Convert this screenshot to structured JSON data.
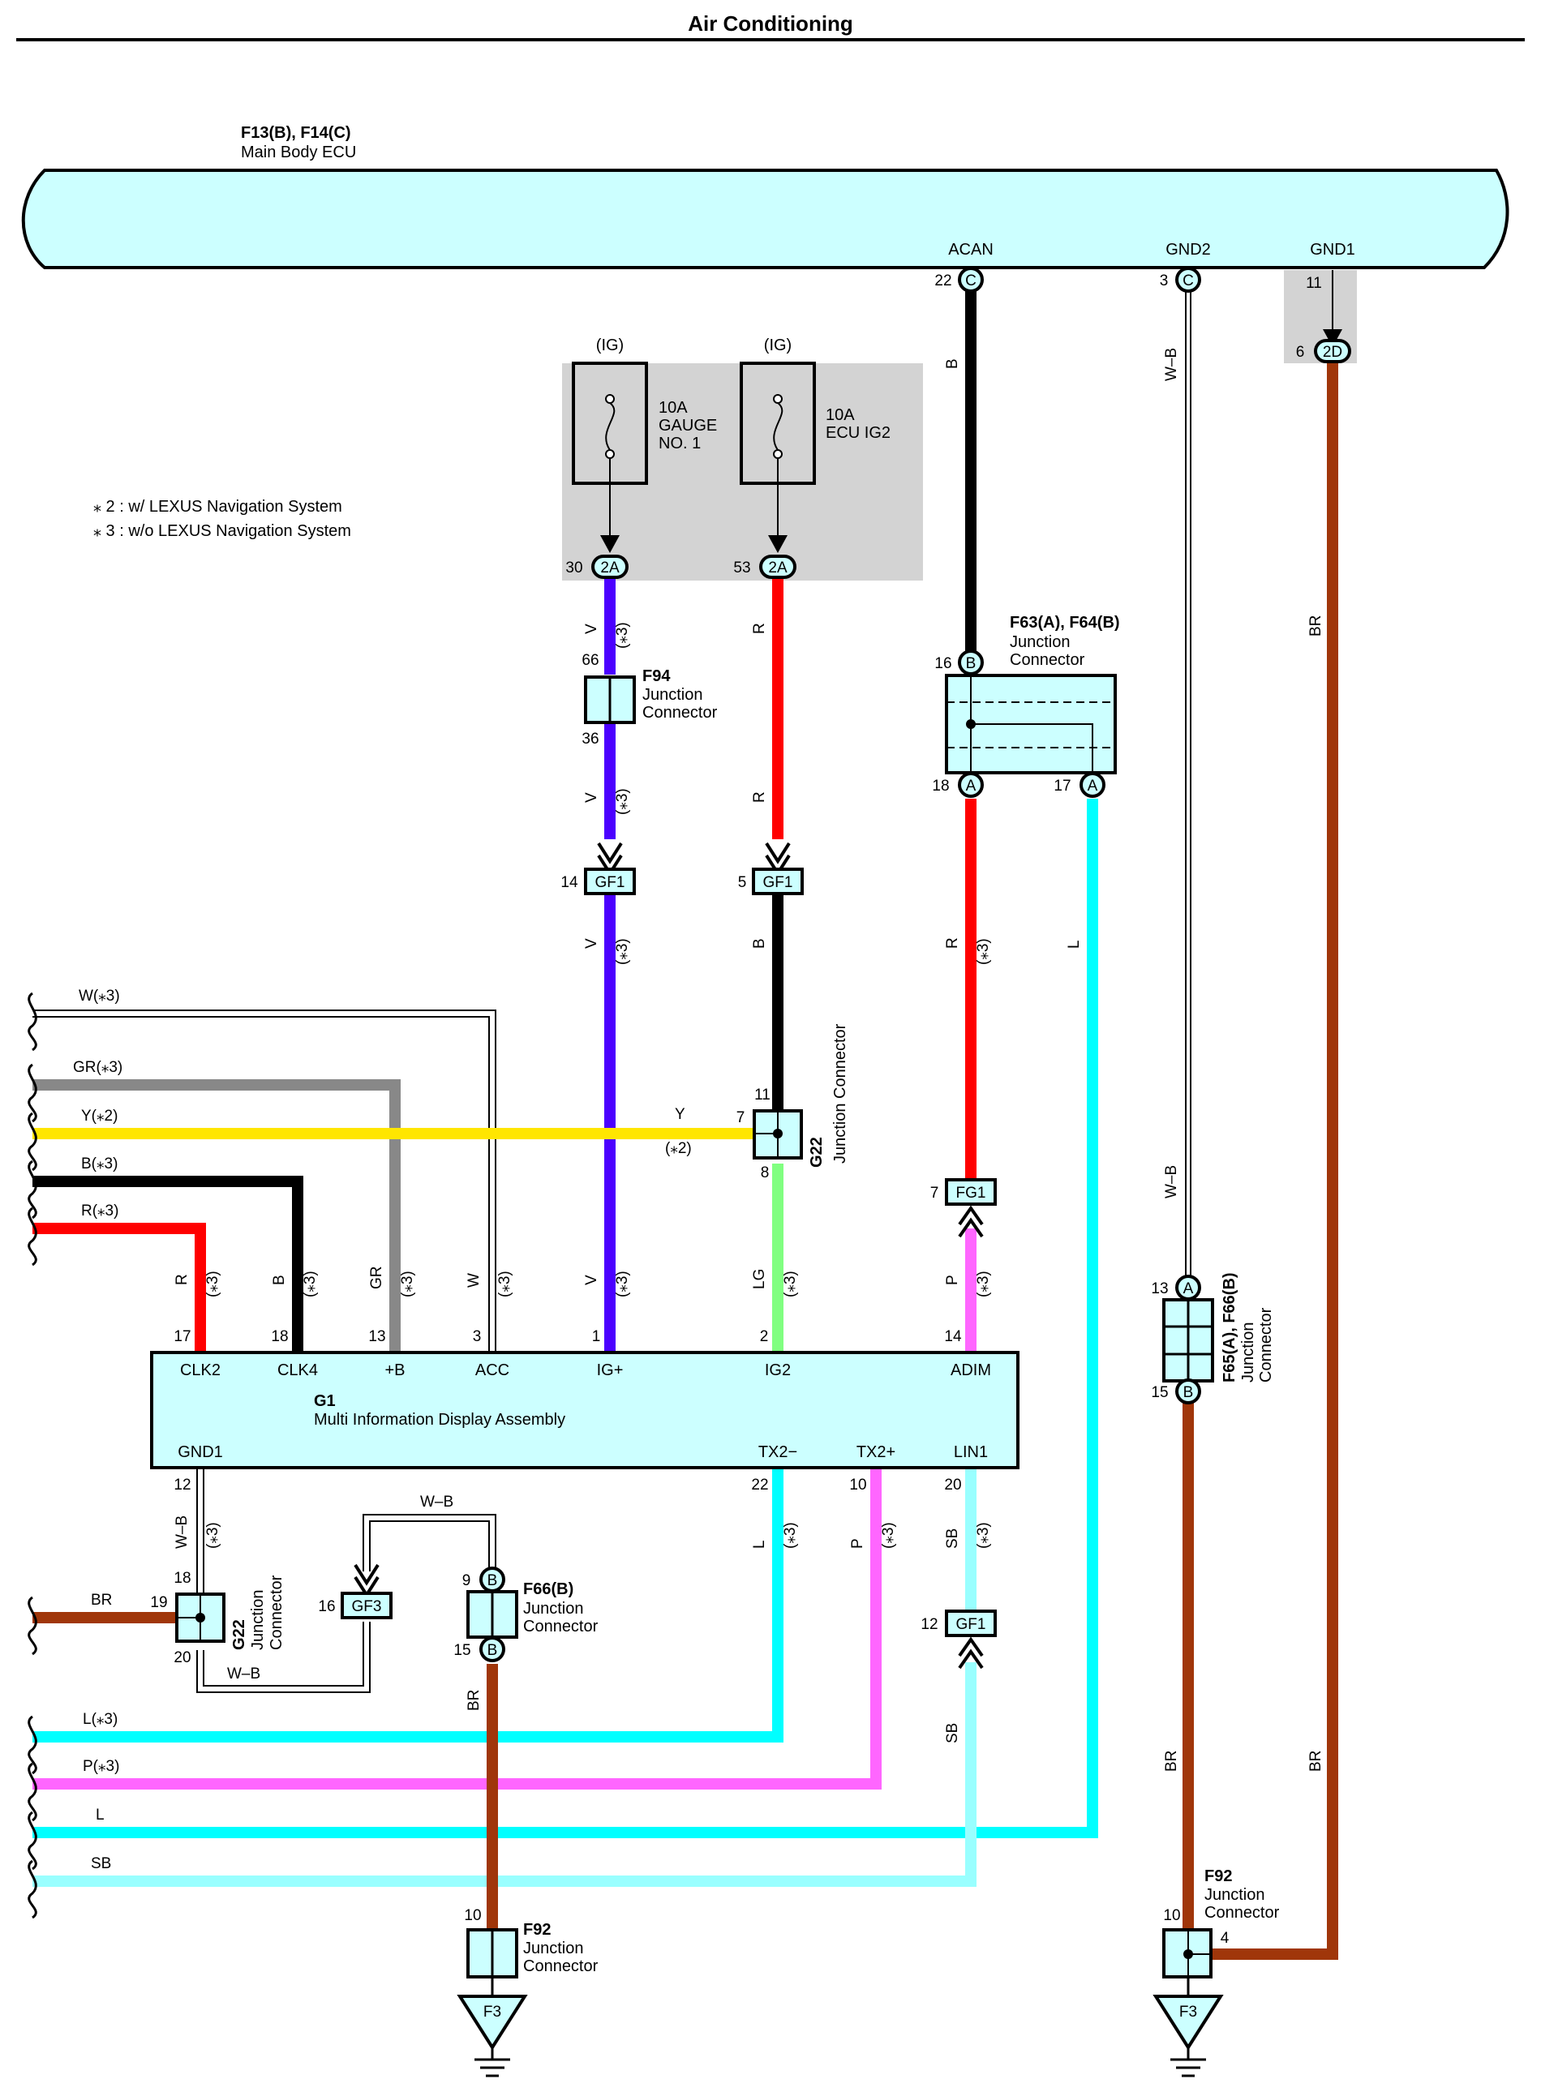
{
  "title": "Air Conditioning",
  "notes": [
    "⁎ 2 : w/ LEXUS Navigation System",
    "⁎ 3 : w/o LEXUS Navigation System"
  ],
  "colors": {
    "V": "#4b00ff",
    "R": "#ff0000",
    "B": "#000000",
    "L": "#00ffff",
    "BR": "#a0360a",
    "P": "#ff66ff",
    "SB": "#99ffff",
    "LG": "#80ff80",
    "Y": "#ffe600",
    "GR": "#888888",
    "box": "#ccffff",
    "fusebox": "#d3d3d3"
  },
  "components": {
    "main_ecu": {
      "code": "F13(B), F14(C)",
      "name": "Main Body ECU"
    },
    "fuse1": {
      "source": "(IG)",
      "rating": "10A",
      "name1": "GAUGE",
      "name2": "NO. 1"
    },
    "fuse2": {
      "source": "(IG)",
      "rating": "10A",
      "name1": "ECU IG2"
    },
    "f94": {
      "code": "F94",
      "line1": "Junction",
      "line2": "Connector"
    },
    "f63": {
      "code": "F63(A), F64(B)",
      "line1": "Junction",
      "line2": "Connector"
    },
    "g22": {
      "code": "G22",
      "name": "Junction Connector"
    },
    "g22b": {
      "code": "G22",
      "line1": "Junction",
      "line2": "Connector"
    },
    "f65": {
      "code": "F65(A), F66(B)",
      "line1": "Junction",
      "line2": "Connector"
    },
    "f66": {
      "code": "F66(B)",
      "line1": "Junction",
      "line2": "Connector"
    },
    "f92a": {
      "code": "F92",
      "line1": "Junction",
      "line2": "Connector"
    },
    "f92b": {
      "code": "F92",
      "line1": "Junction",
      "line2": "Connector"
    },
    "g1": {
      "code": "G1",
      "name": "Multi Information Display Assembly"
    },
    "ground_label": "F3"
  },
  "ecu_terminals": {
    "acan": "ACAN",
    "gnd2": "GND2",
    "gnd1": "GND1"
  },
  "g1_terminals": {
    "clk2": "CLK2",
    "clk4": "CLK4",
    "plusb": "+B",
    "acc": "ACC",
    "igplus": "IG+",
    "ig2": "IG2",
    "adim": "ADIM",
    "gnd1": "GND1",
    "tx2m": "TX2−",
    "tx2p": "TX2+",
    "lin1": "LIN1"
  },
  "connectors": {
    "c": "C",
    "a2": "2A",
    "d2": "2D",
    "a": "A",
    "b": "B",
    "gf1": "GF1",
    "fg1": "FG1",
    "gf3": "GF3"
  },
  "pins": {
    "p22": "22",
    "p3": "3",
    "p11": "11",
    "p6": "6",
    "p30": "30",
    "p53": "53",
    "p66": "66",
    "p36": "36",
    "p16": "16",
    "p18": "18",
    "p17": "17",
    "p14": "14",
    "p5": "5",
    "p7": "7",
    "p8": "8",
    "p11b": "11",
    "p7b": "7",
    "p13": "13",
    "p15": "15",
    "g17": "17",
    "g18": "18",
    "g13": "13",
    "g3": "3",
    "g1": "1",
    "g2": "2",
    "g14": "14",
    "g12": "12",
    "g22": "22",
    "g10": "10",
    "g20": "20",
    "j18": "18",
    "j19": "19",
    "j20": "20",
    "gf16": "16",
    "f9": "9",
    "f15": "15",
    "gf12": "12",
    "f92a10": "10",
    "f92b10": "10",
    "f92b4": "4"
  },
  "wires": {
    "B": "B",
    "W-B": "W–B",
    "BR": "BR",
    "V": "V",
    "R": "R",
    "L": "L",
    "P": "P",
    "LG": "LG",
    "GR": "GR",
    "W": "W",
    "SB": "SB",
    "Y": "Y",
    "s3": "(⁎3)",
    "s2": "(⁎2)"
  },
  "left_wires": {
    "w3": "W(⁎3)",
    "gr3": "GR(⁎3)",
    "y2": "Y(⁎2)",
    "b3": "B(⁎3)",
    "r3": "R(⁎3)",
    "br": "BR",
    "l3": "L(⁎3)",
    "p3": "P(⁎3)",
    "l": "L",
    "sb": "SB"
  }
}
